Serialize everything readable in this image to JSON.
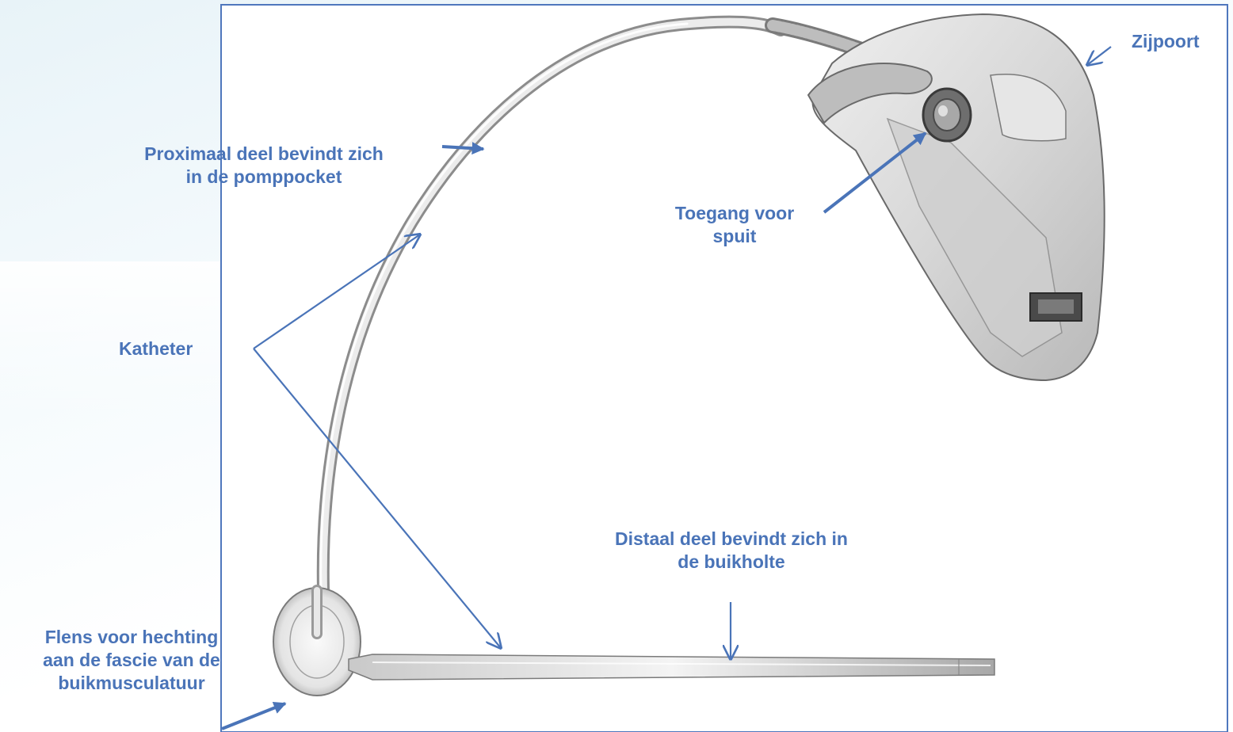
{
  "colors": {
    "label": "#4a74b8",
    "arrow": "#4a74b8",
    "frame": "#4f77bd",
    "device_outline": "#6a6a6a",
    "background_tint": "#e8f3f8"
  },
  "labels": {
    "zijpoort": "Zijpoort",
    "proximaal_line1": "Proximaal deel bevindt zich",
    "proximaal_line2": "in de pomppocket",
    "toegang_line1": "Toegang voor",
    "toegang_line2": "spuit",
    "katheter": "Katheter",
    "distaal_line1": "Distaal deel bevindt zich in",
    "distaal_line2": "de buikholte",
    "flens_line1": "Flens voor hechting",
    "flens_line2": "aan de fascie van de",
    "flens_line3": "buikmusculatuur"
  }
}
